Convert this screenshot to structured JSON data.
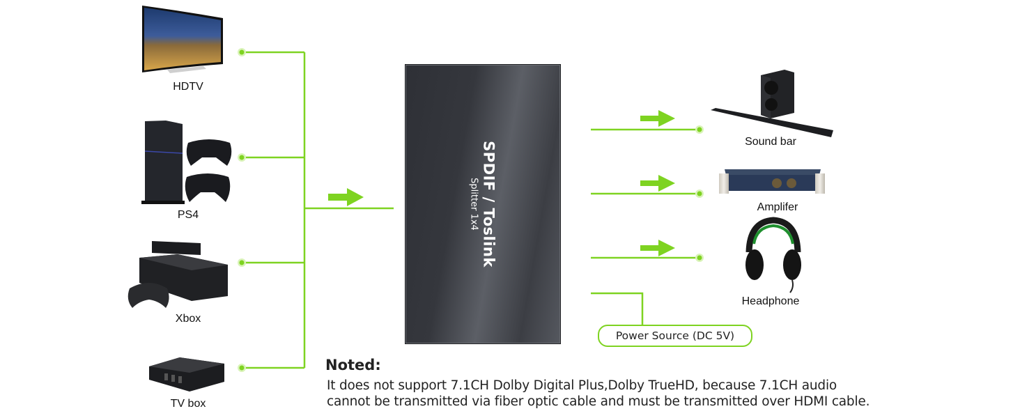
{
  "colors": {
    "accent": "#7ed321",
    "device": "#2f3136",
    "text": "#111111"
  },
  "inputs": [
    {
      "label": "HDTV",
      "icon": "tv-icon"
    },
    {
      "label": "PS4",
      "icon": "game-console-icon"
    },
    {
      "label": "Xbox",
      "icon": "game-console-icon"
    },
    {
      "label": "TV box",
      "icon": "set-top-box-icon"
    }
  ],
  "splitter": {
    "title": "SPDIF / Toslink",
    "subtitle": "Splitter 1x4"
  },
  "outputs": [
    {
      "label": "Sound bar",
      "icon": "soundbar-icon"
    },
    {
      "label": "Amplifer",
      "icon": "amplifier-icon"
    },
    {
      "label": "Headphone",
      "icon": "headphone-icon"
    }
  ],
  "power": {
    "label": "Power Source (DC 5V)"
  },
  "note": {
    "title": "Noted:",
    "line1": "It does not support 7.1CH Dolby Digital Plus,Dolby TrueHD, because 7.1CH audio",
    "line2": "cannot be transmitted via fiber optic cable and must be transmitted over HDMI cable."
  }
}
